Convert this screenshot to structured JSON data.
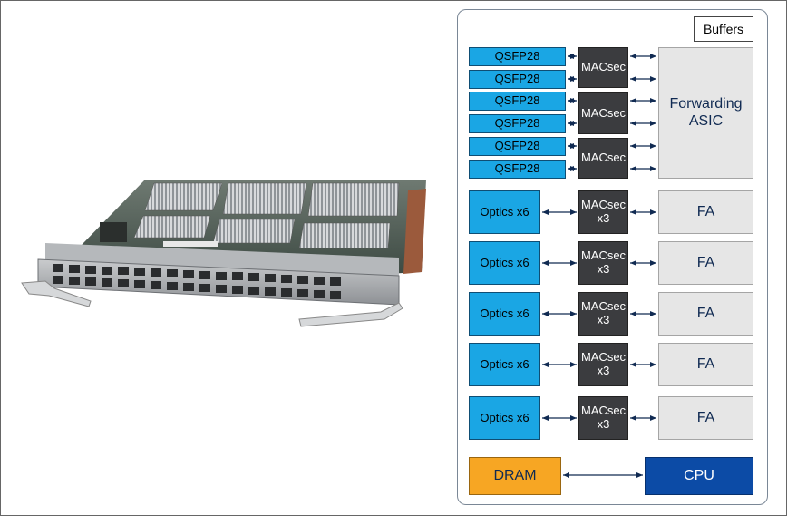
{
  "diagram": {
    "buffers_label": "Buffers",
    "qsfp_labels": [
      "QSFP28",
      "QSFP28",
      "QSFP28",
      "QSFP28",
      "QSFP28",
      "QSFP28"
    ],
    "macsec_top_labels": [
      "MACsec",
      "MACsec",
      "MACsec"
    ],
    "asic_label": [
      "Forwarding",
      "ASIC"
    ],
    "optics_labels": [
      "Optics x6",
      "Optics x6",
      "Optics x6",
      "Optics x6",
      "Optics x6"
    ],
    "macsec_x3_labels": [
      [
        "MACsec",
        "x3"
      ],
      [
        "MACsec",
        "x3"
      ],
      [
        "MACsec",
        "x3"
      ],
      [
        "MACsec",
        "x3"
      ],
      [
        "MACsec",
        "x3"
      ]
    ],
    "fa_labels": [
      "FA",
      "FA",
      "FA",
      "FA",
      "FA"
    ],
    "dram_label": "DRAM",
    "cpu_label": "CPU",
    "colors": {
      "port_blue": "#1aa6e4",
      "macsec_dark": "#3b3c3f",
      "asic_grey": "#e6e6e6",
      "dram_orange": "#f7a623",
      "cpu_blue": "#0c4ba6",
      "arrow_navy": "#102a52"
    }
  }
}
